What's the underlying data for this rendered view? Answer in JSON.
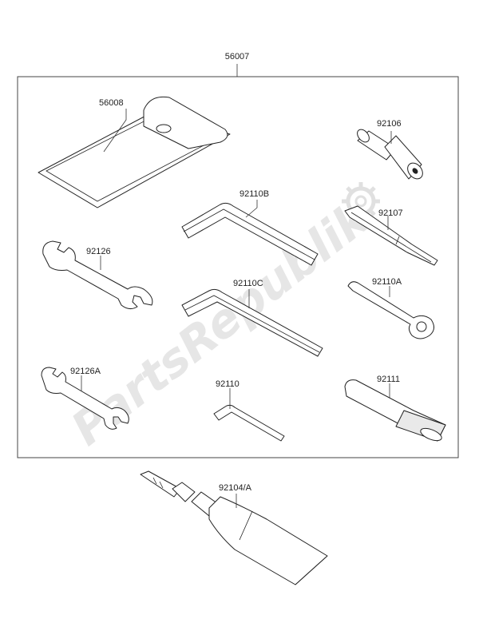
{
  "watermark": {
    "text": "PartsRepublik",
    "logo_icon": "gear-icon"
  },
  "kit_label": "56007",
  "parts": [
    {
      "id": "56008",
      "label": "56008",
      "icon": "tool-pouch-icon"
    },
    {
      "id": "92106",
      "label": "92106",
      "icon": "spark-plug-socket-icon"
    },
    {
      "id": "92110B",
      "label": "92110B",
      "icon": "hex-key-icon"
    },
    {
      "id": "92107",
      "label": "92107",
      "icon": "screwdriver-icon"
    },
    {
      "id": "92126",
      "label": "92126",
      "icon": "open-end-wrench-icon"
    },
    {
      "id": "92110C",
      "label": "92110C",
      "icon": "hex-key-icon"
    },
    {
      "id": "92110A",
      "label": "92110A",
      "icon": "ring-spanner-icon"
    },
    {
      "id": "92126A",
      "label": "92126A",
      "icon": "open-end-wrench-icon"
    },
    {
      "id": "92110",
      "label": "92110",
      "icon": "hex-key-icon"
    },
    {
      "id": "92111",
      "label": "92111",
      "icon": "handle-extension-icon"
    },
    {
      "id": "92104/A",
      "label": "92104/A",
      "icon": "grease-tube-icon"
    }
  ]
}
